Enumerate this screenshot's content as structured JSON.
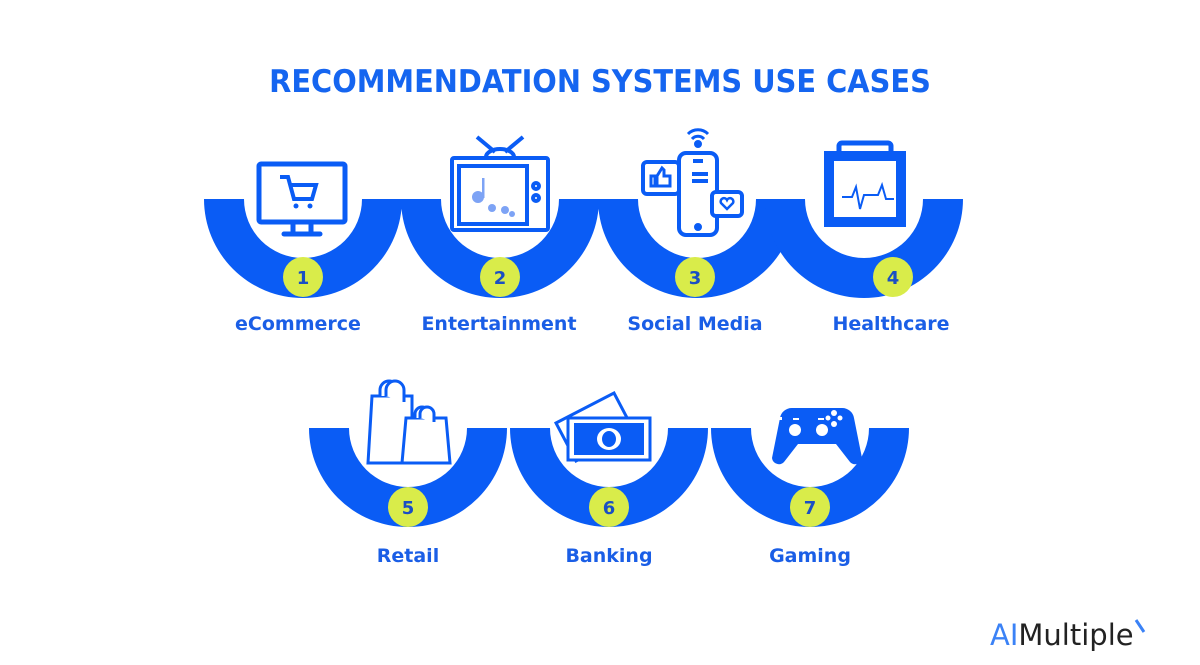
{
  "title": "RECOMMENDATION SYSTEMS USE CASES",
  "colors": {
    "accent_blue": "#0a5cf5",
    "badge_yellow": "#d9ec4a",
    "badge_text": "#1a4fc4",
    "label_blue": "#1a5ee6"
  },
  "use_cases": [
    {
      "number": "1",
      "label": "eCommerce",
      "icon": "shopping-cart-monitor-icon"
    },
    {
      "number": "2",
      "label": "Entertainment",
      "icon": "tv-music-icon"
    },
    {
      "number": "3",
      "label": "Social Media",
      "icon": "smartphone-social-icon"
    },
    {
      "number": "4",
      "label": "Healthcare",
      "icon": "medical-heartbeat-case-icon"
    },
    {
      "number": "5",
      "label": "Retail",
      "icon": "shopping-bags-icon"
    },
    {
      "number": "6",
      "label": "Banking",
      "icon": "banknotes-icon"
    },
    {
      "number": "7",
      "label": "Gaming",
      "icon": "gamepad-icon"
    }
  ],
  "logo": {
    "prefix": "AI",
    "suffix": "Multiple"
  }
}
